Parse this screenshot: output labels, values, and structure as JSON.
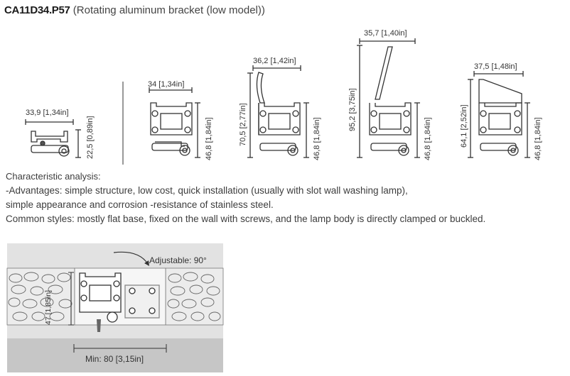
{
  "header": {
    "code": "CA11D34.P57",
    "description": "(Rotating aluminum bracket (low model))"
  },
  "profiles": [
    {
      "width_label": "33,9 [1,34in]",
      "height_label": "22,5 [0,89in]"
    },
    {
      "width_label": "34 [1,34in]",
      "height_label": "46,8 [1,84in]"
    },
    {
      "width_label": "36,2 [1,42in]",
      "height_label": "70,5 [2,77in]",
      "height2_label": "46,8 [1,84in]"
    },
    {
      "width_label": "35,7 [1,40in]",
      "height_label": "95,2 [3,75in]",
      "height2_label": "46,8 [1,84in]"
    },
    {
      "width_label": "37,5 [1,48in]",
      "height_label": "64,1 [2,52in]",
      "height2_label": "46,8 [1,84in]"
    }
  ],
  "analysis": {
    "heading": "Characteristic analysis:",
    "line1": "-Advantages: simple structure, low cost, quick installation (usually with slot wall washing lamp),",
    "line2": "simple appearance and corrosion -resistance of stainless steel.",
    "line3": "Common styles: mostly flat base, fixed on the wall with screws, and the lamp body is directly clamped or buckled."
  },
  "install": {
    "adjustable_label": "Adjustable: 90°",
    "height_label": "47 [1,85in]",
    "min_label": "Min:  80 [3,15in]"
  },
  "colors": {
    "line": "#333333",
    "panel": "#dcdcdc",
    "floor": "#c8c8c8"
  }
}
